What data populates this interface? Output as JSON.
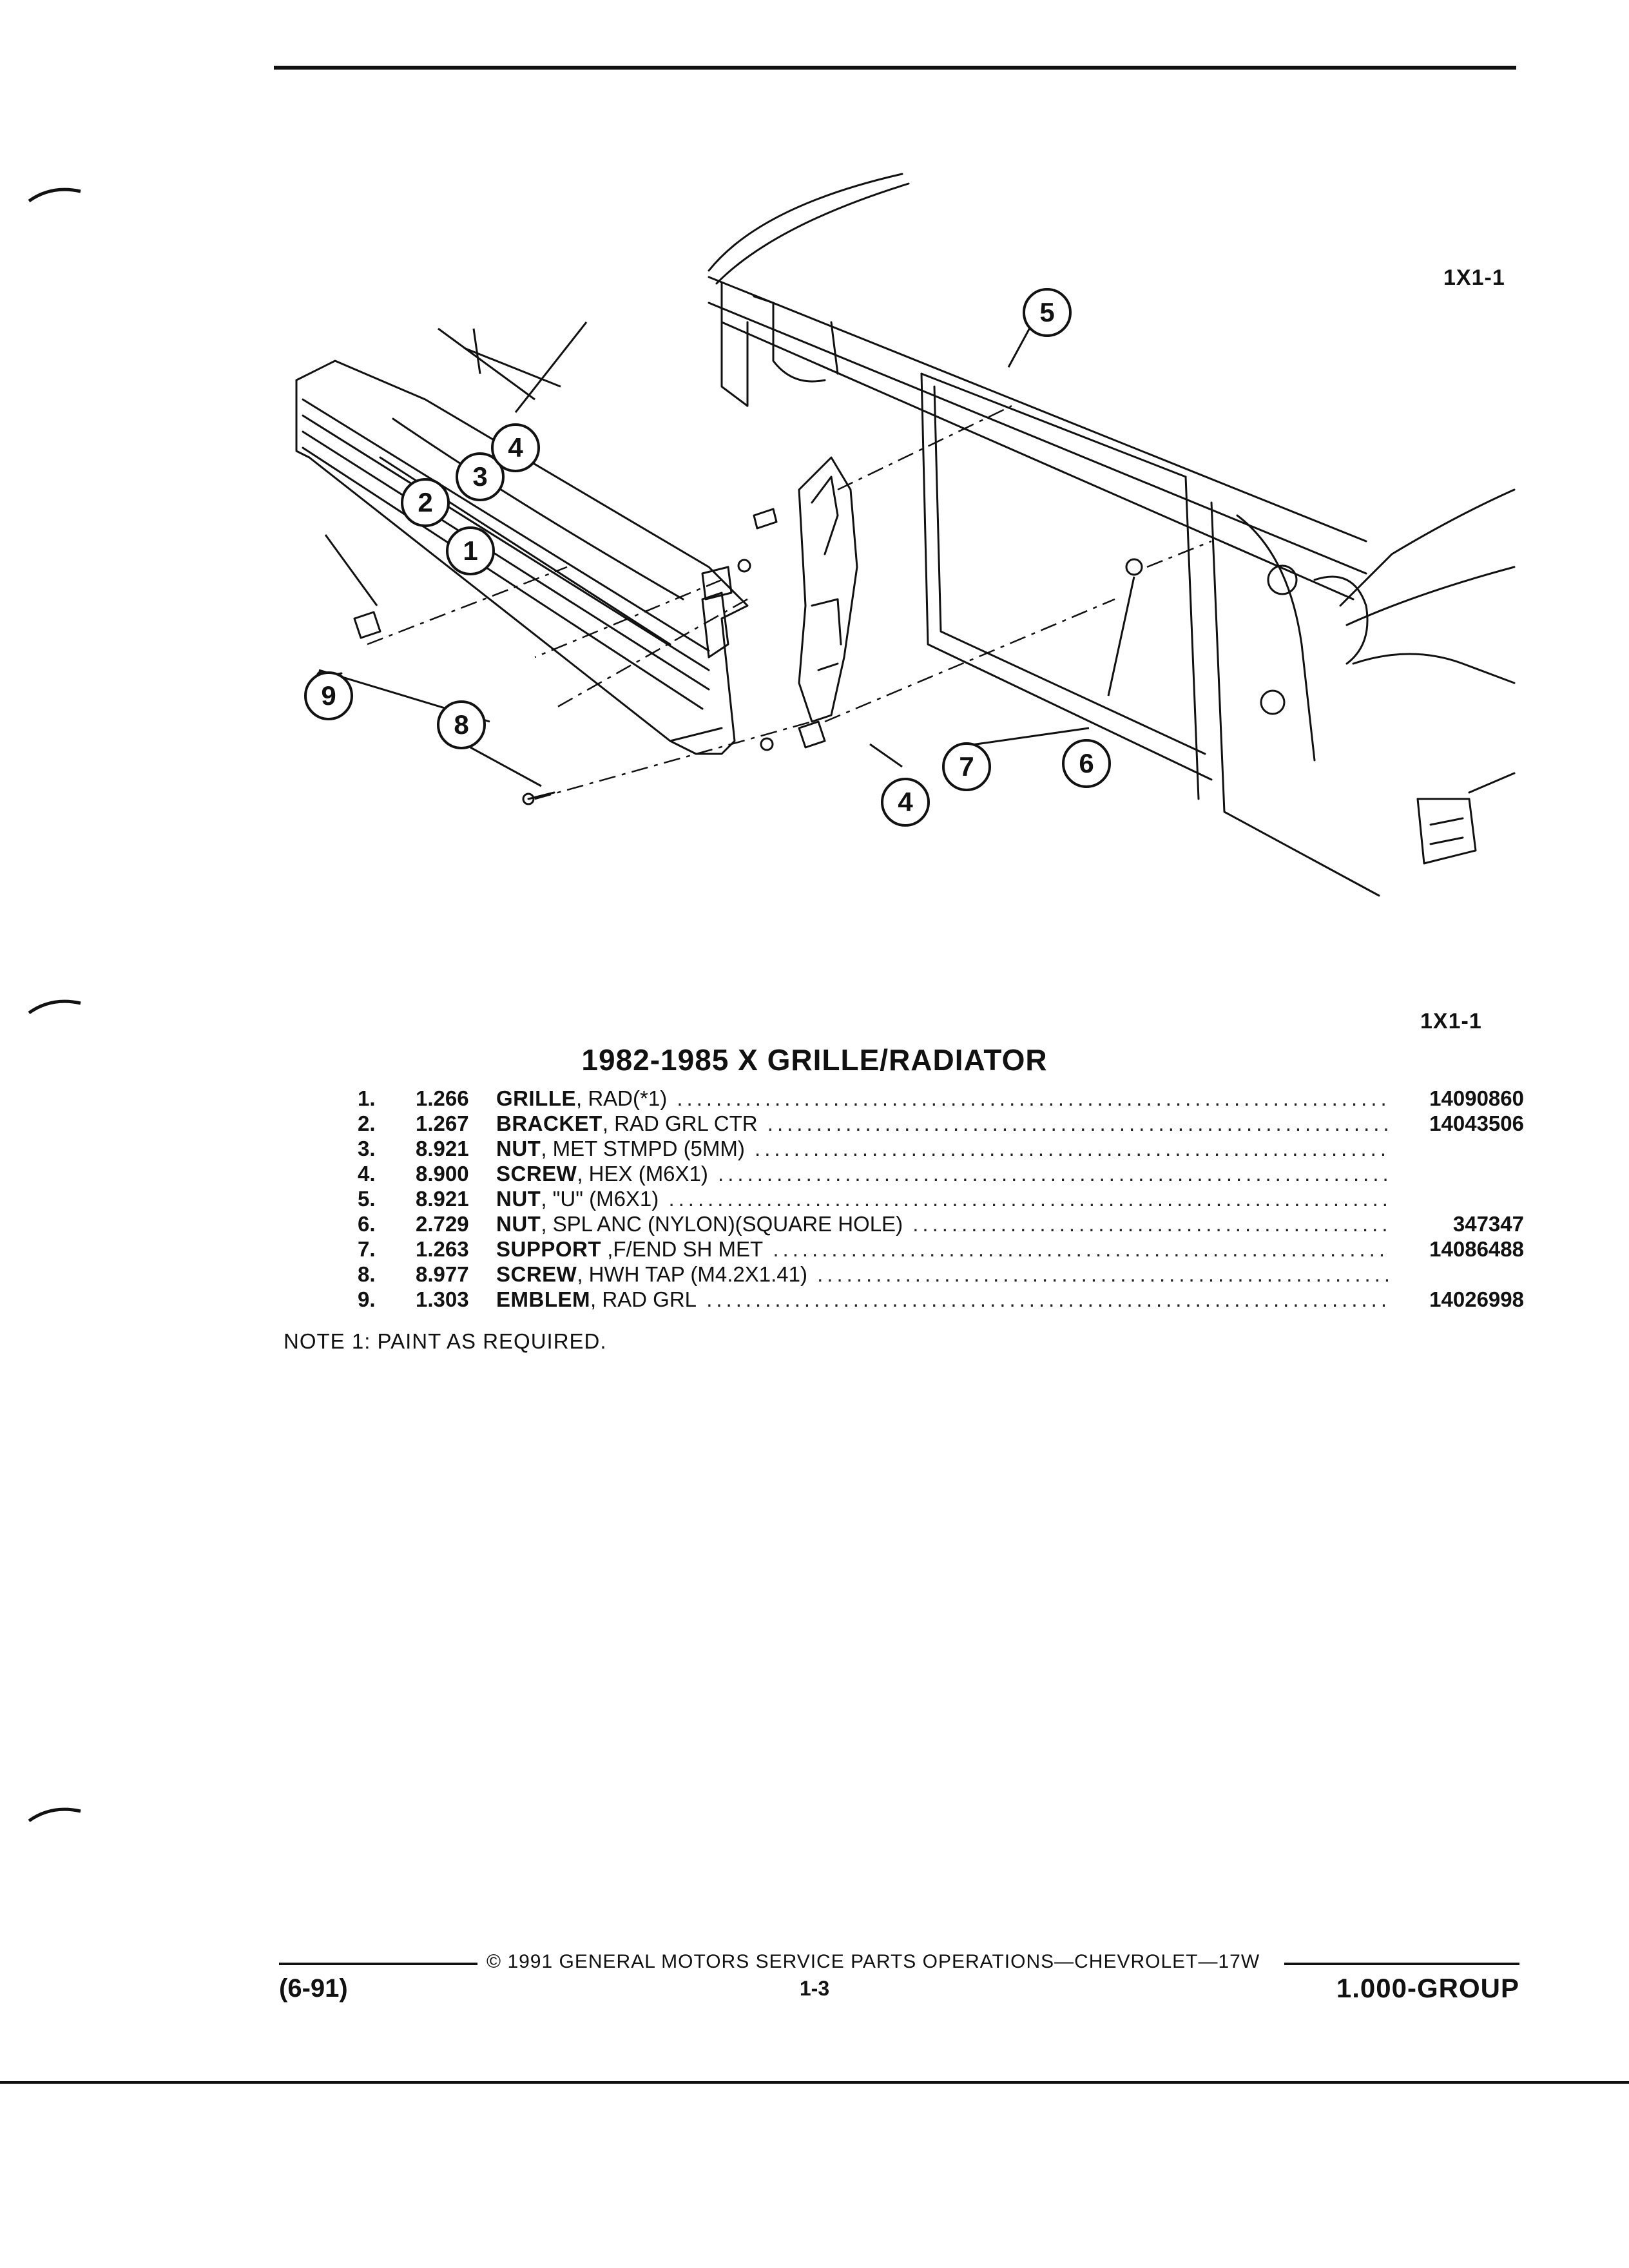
{
  "figure": {
    "ref_top": "1X1-1",
    "callouts": [
      "1",
      "2",
      "3",
      "4",
      "5",
      "6",
      "7",
      "4",
      "8",
      "9"
    ]
  },
  "list_ref": "1X1-1",
  "title": "1982-1985 X GRILLE/RADIATOR",
  "parts": [
    {
      "idx": "1.",
      "code": "1.266",
      "name": "GRILLE",
      "spec": ", RAD(*1)",
      "part_no": "14090860"
    },
    {
      "idx": "2.",
      "code": "1.267",
      "name": "BRACKET",
      "spec": ", RAD GRL CTR",
      "part_no": "14043506"
    },
    {
      "idx": "3.",
      "code": "8.921",
      "name": "NUT",
      "spec": ", MET STMPD (5MM)",
      "part_no": ""
    },
    {
      "idx": "4.",
      "code": "8.900",
      "name": "SCREW",
      "spec": ", HEX (M6X1)",
      "part_no": ""
    },
    {
      "idx": "5.",
      "code": "8.921",
      "name": "NUT",
      "spec": ", \"U\" (M6X1)",
      "part_no": ""
    },
    {
      "idx": "6.",
      "code": "2.729",
      "name": "NUT",
      "spec": ", SPL ANC (NYLON)(SQUARE HOLE)",
      "part_no": "347347"
    },
    {
      "idx": "7.",
      "code": "1.263",
      "name": "SUPPORT",
      "spec": " ,F/END SH MET",
      "part_no": "14086488"
    },
    {
      "idx": "8.",
      "code": "8.977",
      "name": "SCREW",
      "spec": ", HWH TAP (M4.2X1.41)",
      "part_no": ""
    },
    {
      "idx": "9.",
      "code": "1.303",
      "name": "EMBLEM",
      "spec": ", RAD GRL",
      "part_no": "14026998"
    }
  ],
  "note": "NOTE  1:  PAINT AS REQUIRED.",
  "footer": {
    "copyright": "©  1991  GENERAL MOTORS SERVICE PARTS OPERATIONS—CHEVROLET—17W",
    "date": "(6-91)",
    "page": "1-3",
    "group": "1.000-GROUP"
  }
}
